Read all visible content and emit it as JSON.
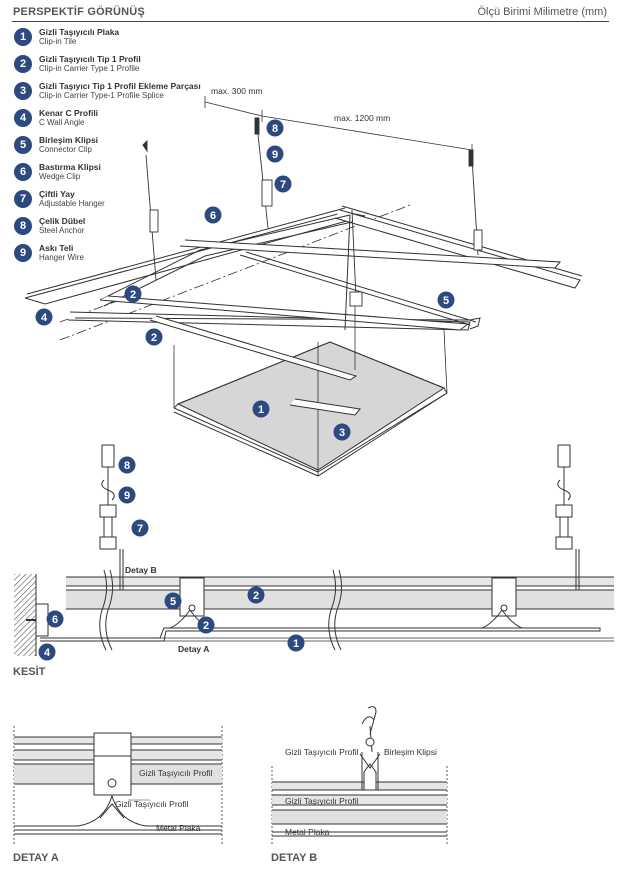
{
  "header": {
    "title": "PERSPEKTİF GÖRÜNÜŞ",
    "unit": "Ölçü Birimi Milimetre (mm)"
  },
  "legend": [
    {
      "num": "1",
      "tr": "Gizli Taşıyıcılı Plaka",
      "en": "Clip-in Tile"
    },
    {
      "num": "2",
      "tr": "Gizli Taşıyıcılı Tip 1 Profil",
      "en": "Clip-in Carrier Type 1 Profile"
    },
    {
      "num": "3",
      "tr": "Gizli Taşıyıcı Tip 1 Profil Ekleme Parçası",
      "en": "Clip-in Carrier Type-1 Profile Splice"
    },
    {
      "num": "4",
      "tr": "Kenar C Profili",
      "en": "C Wall Angle"
    },
    {
      "num": "5",
      "tr": "Birleşim Klipsi",
      "en": "Connector Clip"
    },
    {
      "num": "6",
      "tr": "Bastırma Klipsi",
      "en": "Wedge Clip"
    },
    {
      "num": "7",
      "tr": "Çiftli Yay",
      "en": "Adjustable Hanger"
    },
    {
      "num": "8",
      "tr": "Çelik Dübel",
      "en": "Steel Anchor"
    },
    {
      "num": "9",
      "tr": "Askı Teli",
      "en": "Hanger Wire"
    }
  ],
  "perspective": {
    "dim_300": "max. 300 mm",
    "dim_1200": "max. 1200 mm"
  },
  "section": {
    "title": "KESİT",
    "detay_b": "Detay B",
    "detay_a": "Detay A"
  },
  "detail_a": {
    "title": "DETAY A",
    "profil_upper": "Gizli Taşıyıcılı Profil",
    "profil_lower": "Gizli Taşıyıcılı Profil",
    "metal_plaka": "Metal Plaka"
  },
  "detail_b": {
    "title": "DETAY B",
    "profil_top": "Gizli Taşıyıcılı Profil",
    "birlesim": "Birleşim Klipsi",
    "profil_mid": "Gizli Taşıyıcılı Profil",
    "metal_plaka": "Metal Plaka"
  },
  "colors": {
    "badge": "#2c4a80",
    "line": "#333333",
    "tile": "#d9d9d9",
    "band": "#e3e3e3"
  }
}
